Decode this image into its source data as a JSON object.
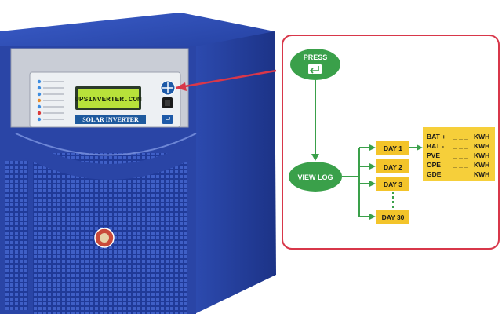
{
  "product": {
    "lcd_text": "UPSINVERTER.COM",
    "panel_label": "SOLAR INVERTER",
    "enter_key_label": "ENTER"
  },
  "flow": {
    "press_label": "PRESS",
    "view_log_label": "VIEW LOG",
    "days": [
      "DAY 1",
      "DAY 2",
      "DAY 3",
      "DAY 30"
    ],
    "log_entries": [
      {
        "name": "BAT +",
        "value": "_ _ _",
        "unit": "KWH"
      },
      {
        "name": "BAT -",
        "value": "_ _ _",
        "unit": "KWH"
      },
      {
        "name": "PVE",
        "value": "_ _ _",
        "unit": "KWH"
      },
      {
        "name": "OPE",
        "value": "_ _ _",
        "unit": "KWH"
      },
      {
        "name": "GDE",
        "value": "_ _ _",
        "unit": "KWH"
      }
    ]
  },
  "colors": {
    "cabinet_blue": "#2a45a6",
    "cabinet_dark": "#1a2c78",
    "callout_border": "#d8374a",
    "flow_green": "#3aa04a",
    "day_box": "#f3c42a",
    "log_box": "#f6cf3a",
    "lcd_green": "#b8e23a"
  }
}
